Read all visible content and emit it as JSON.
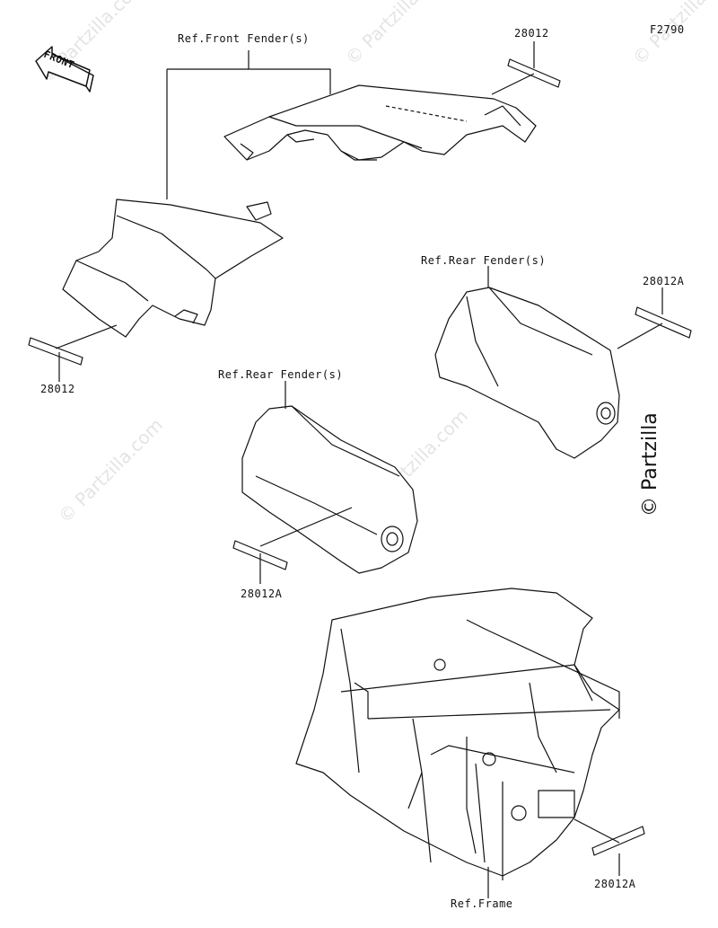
{
  "figure_code": "F2790",
  "direction_badge": "FRONT",
  "copyright": "© Partzilla",
  "watermark": "© Partzilla.com",
  "parts": {
    "label_top": "28012",
    "label_left": "28012",
    "label_right_a": "28012A",
    "label_mid_a": "28012A",
    "label_bottom_a": "28012A"
  },
  "references": {
    "front_fender": "Ref.Front Fender(s)",
    "rear_fender_right": "Ref.Rear Fender(s)",
    "rear_fender_left": "Ref.Rear Fender(s)",
    "frame": "Ref.Frame"
  }
}
